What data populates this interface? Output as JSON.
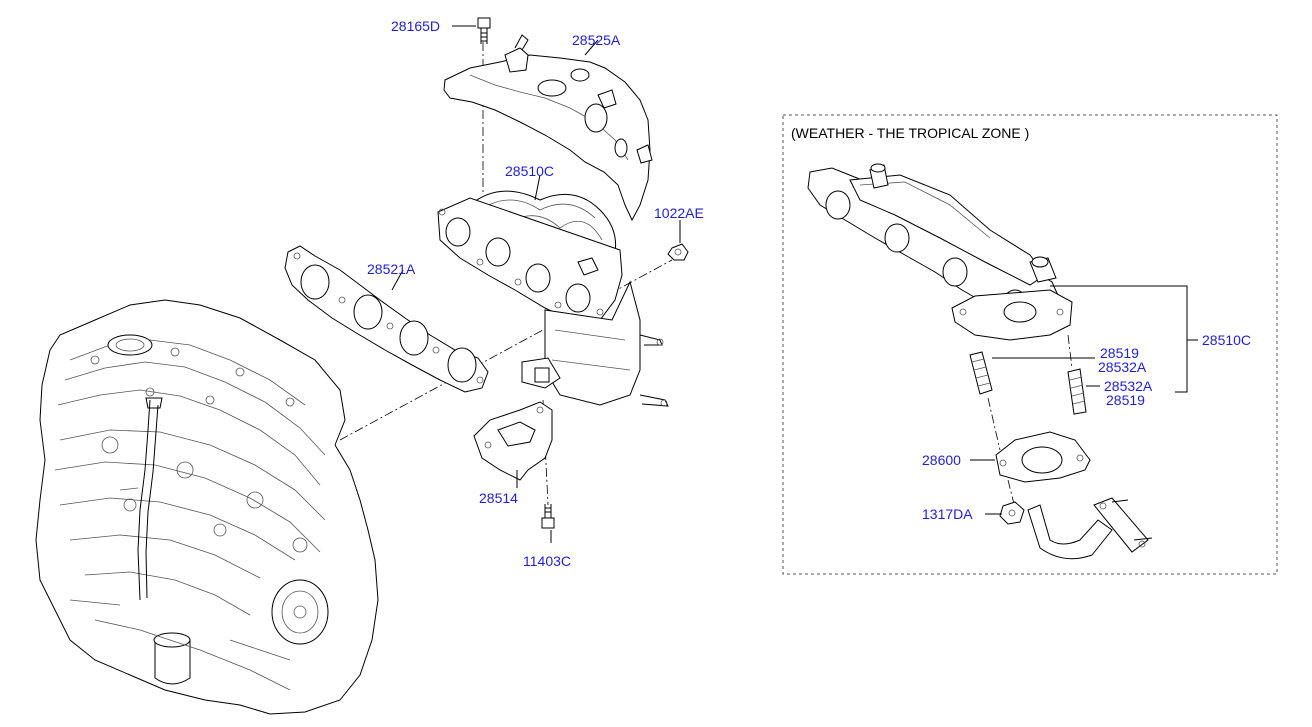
{
  "section": {
    "title": "(WEATHER - THE TROPICAL ZONE )"
  },
  "parts": {
    "p28165D": "28165D",
    "p28525A": "28525A",
    "p28510C": "28510C",
    "p1022AE": "1022AE",
    "p28521A": "28521A",
    "p28514": "28514",
    "p11403C": "11403C"
  },
  "inset_parts": {
    "p28510C": "28510C",
    "p28519_top": "28519",
    "p28532A_top": "28532A",
    "p28532A_bottom": "28532A",
    "p28519_bottom": "28519",
    "p28600": "28600",
    "p1317DA": "1317DA"
  }
}
